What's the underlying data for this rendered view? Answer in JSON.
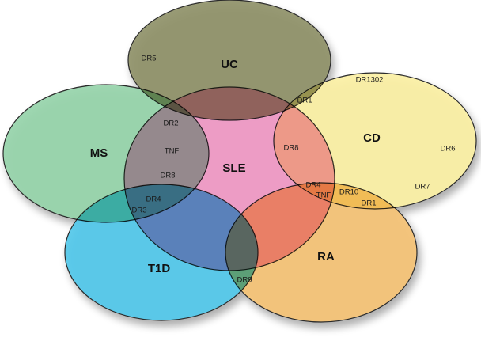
{
  "diagram": {
    "sets": [
      {
        "id": "uc",
        "label": "UC",
        "color": "#8e9066"
      },
      {
        "id": "cd",
        "label": "CD",
        "color": "#fbf0a2"
      },
      {
        "id": "ms",
        "label": "MS",
        "color": "#94d3a8"
      },
      {
        "id": "t1d",
        "label": "T1D",
        "color": "#4fc6ea"
      },
      {
        "id": "ra",
        "label": "RA",
        "color": "#f5c273"
      },
      {
        "id": "sle",
        "label": "SLE",
        "color": "#f098c4"
      }
    ],
    "alleles": [
      {
        "id": "uc-dr5",
        "text": "DR5"
      },
      {
        "id": "uc-cd-dr1",
        "text": "DR1"
      },
      {
        "id": "cd-dr1302",
        "text": "DR1302"
      },
      {
        "id": "cd-dr6",
        "text": "DR6"
      },
      {
        "id": "cd-dr7",
        "text": "DR7"
      },
      {
        "id": "sle-cd-dr8",
        "text": "DR8"
      },
      {
        "id": "ms-dr2",
        "text": "DR2"
      },
      {
        "id": "ms-tnf",
        "text": "TNF"
      },
      {
        "id": "ms-dr8",
        "text": "DR8"
      },
      {
        "id": "ms-dr4",
        "text": "DR4"
      },
      {
        "id": "ms-dr3",
        "text": "DR3"
      },
      {
        "id": "ra-dr4",
        "text": "DR4"
      },
      {
        "id": "ra-tnf",
        "text": "TNF"
      },
      {
        "id": "ra-dr10",
        "text": "DR10"
      },
      {
        "id": "ra-dr1",
        "text": "DR1"
      },
      {
        "id": "t1d-dr9",
        "text": "DR9"
      }
    ]
  }
}
